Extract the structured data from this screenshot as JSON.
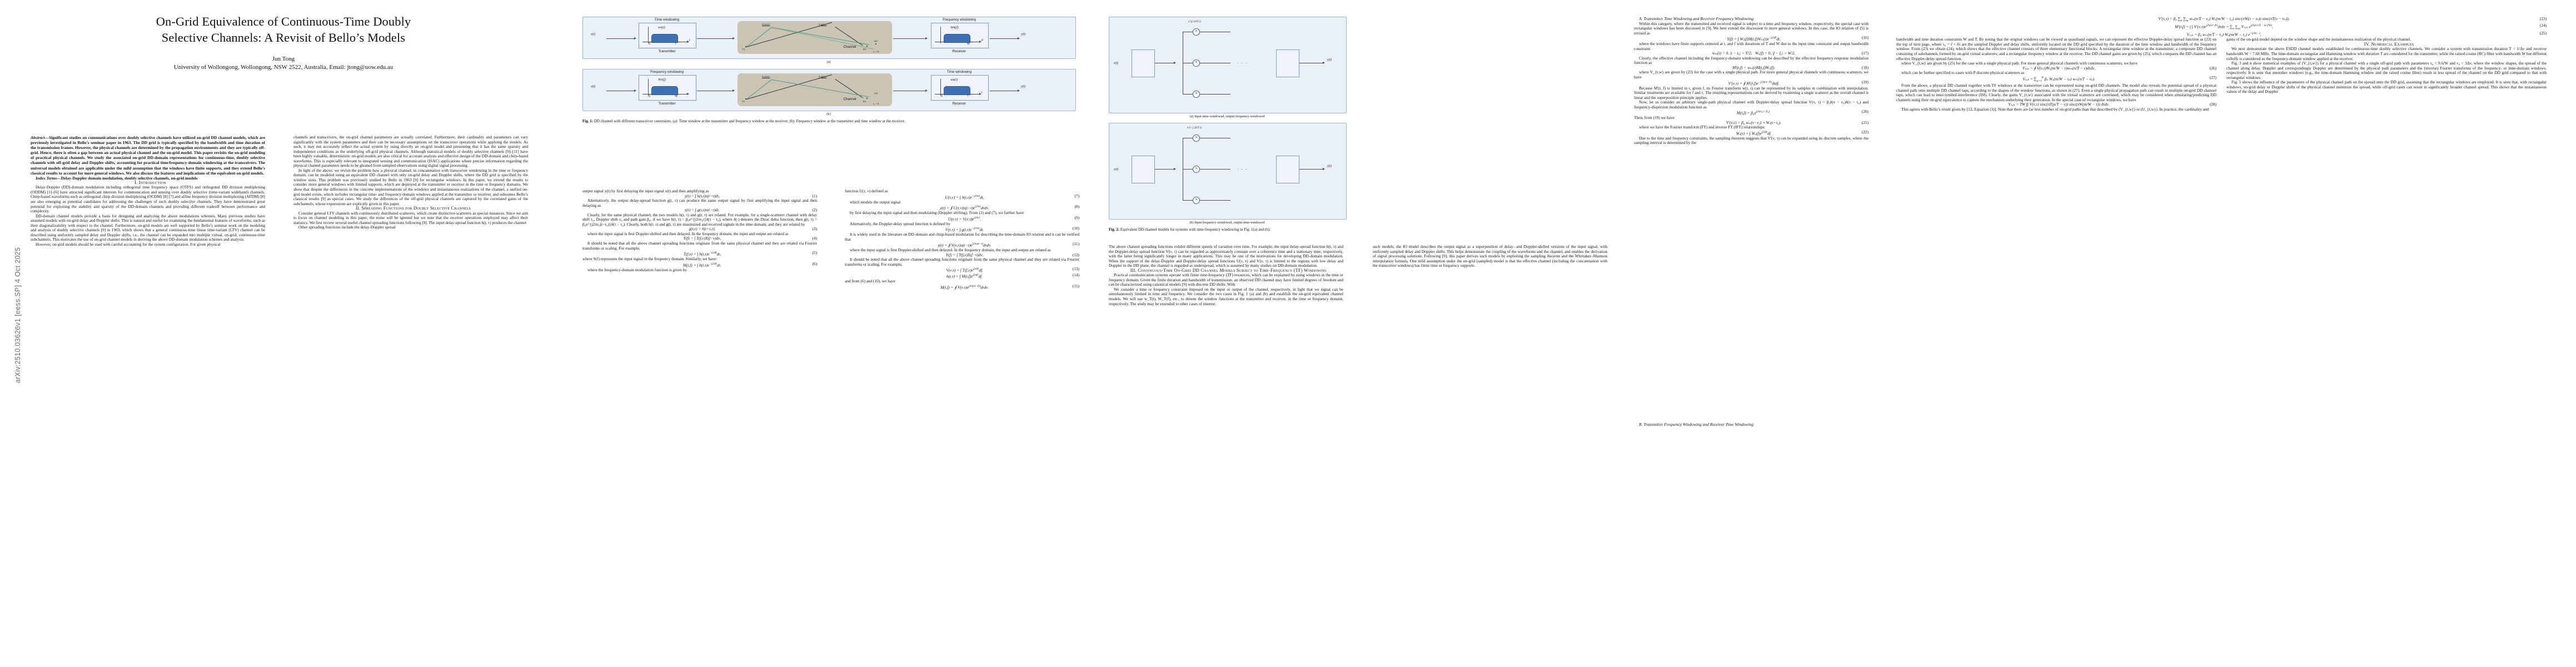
{
  "meta": {
    "arxiv_stamp": "arXiv:2510.03626v1  [eess.SP]  4 Oct 2025"
  },
  "title": {
    "line1": "On-Grid Equivalence of Continuous-Time Doubly",
    "line2": "Selective Channels: A Revisit of Bello’s Models",
    "author": "Jun Tong",
    "affiliation": "University of Wollongong, Wollongong, NSW 2522, Australia, Email: jtong@uow.edu.au"
  },
  "abstract": {
    "lead": "Abstract—",
    "body": "Significant studies on communications over doubly selective channels have utilized on-grid DD channel models, which are previously investigated in Bello’s seminar paper in 1963. The DD grid is typically specified by the bandwidth and time duration of the transmission frames. However, the physical channels are determined by the propagation environments and they are typically off-grid. Hence, there is often a gap between an actual physical channel and the on-grid model. This paper revisits the on-grid modeling of practical physical channels. We study the associated on-grid DD-domain representations for continuous-time, doubly selective channels with off-grid delay and Doppler shifts, accounting for practical time/frequency-domain windowing at the transceivers. The universal models obtained are applicable under the mild assumption that the windows have finite supports, and they extend Bello’s classical results to account for more general windows. We also discuss the features and implications of the equivalent on-grid models.",
    "index_lead": "Index Terms—",
    "index_body": "Delay-Doppler domain modulation, doubly selective channels, on-grid models"
  },
  "sections": {
    "intro": "I. Introduction",
    "spreading": "II. Spreading Functions for Doubly Selective Channels",
    "ctdd": "III. Continuous-Time On-Grid DD Channel Models Subject to Time-Frequency (TF) Windowing",
    "numerical": "IV. Numerical Examples"
  },
  "subsections": {
    "a_tx_time": "A. Transmitter Time Windowing and Receiver Frequency Windowing",
    "b_tx_freq": "B. Transmitter Frequency Windowing and Receiver Time Windowing"
  },
  "col1": {
    "p1": "Delay-Doppler (DD)-domain modulation including orthogonal time frequency space (OTFS) and orthogonal DD division multiplexing (ODDM) [1]–[6] have attracted significant interests for communication and sensing over doubly selective (time-variant wideband) channels. Chirp-based waveforms such as orthogonal chirp division multiplexing (OCDM) [8] [7] and affine frequency division multiplexing (AFDM) [8] are also emerging as potential candidates for addressing the challenges of such doubly selective channels. They have demonstrated great potential for exploiting the stability and sparsity of the DD-domain channels and providing different tradeoff between performance and complexity.",
    "p2": "DD-domain channel models provide a basis for designing and analyzing the above modulations schemes. Many previous studies have assumed models with on-grid delay and Doppler shifts. This is natural and useful for examining the fundamental features of waveforms, such as their diagonalizability with respect to the channel. Furthermore, on-grid models are well supported by Bello’s seminar work on the modeling and analysis of doubly selective channels [9] in 1963, which shows that a general continuous-time linear time-variant (LTV) channel can be described using uniformly sampled delay and Doppler shifts, i.e., the channel can be expanded into multiple virtual, on-grid, continuous-time subchannels. This motivates the use of on-grid channel models in deriving the above DD-domain modulation schemes and analysis.",
    "p3": "However, on-grid models should be used with careful accounting for the system configuration. For given physical"
  },
  "col2": {
    "p1": "channels and transceivers, the on-grid channel parameters are actually correlated. Furthermore, their cardinality and parameters can vary significantly with the system parameters and their can be necessary assumptions on the transceiver operations while applying the models. As such, it may not accurately reflect the actual system by using directly an on-grid model and presuming that it has the same sparsity and independence conditions as the underlying off-grid physical channels. Although statistical models of doubly selective channels [9]–[11] have been highly valuable, deterministic on-grid models are also critical for accurate analysis and effective design of the DD-domain and chirp-based waveforms. This is especially relevant to integrated sensing and communication (ISAC) applications where precise information regarding the physical channel parameters needs to be gleaned from sampled observations using digital signal processing.",
    "p2": "In light of the above, we revisit the problem how a physical channel, in concatenation with transceiver windowing in the time or frequency domain, can be modeled using an equivalent DD channel with only on-grid delay and Doppler shifts, where the DD grid is specified by the window sizes. This problem was previously studied by Bello in 1963 [9] for rectangular windows. In this paper, we extend the results to consider more general windows with limited supports, which are deployed at the transmitter or receiver in the time or frequency domains. We show that despite the differences in the concrete implementations of the windows and instantaneous realizations of the channel, a unified on-grid model exists, which includes rectangular time- and frequency-domain windows applied at the transmitter or receiver, and subsumes Bello’s classical results [9] as special cases. We study the differences of the off-grid physical channels are captured by the correlated gains of the subchannels, whose expressions are explicitly given in this paper.",
    "sec2_p1": "Consider general LTV channels with continuously distributed scatterers, which create distinctive scatterers as special instances. Since we aim to focus on channel modeling in this paper, the noise will be ignored but we note that the receiver operations employed may affect their statistics. We first review several useful channel spreading functions following [9]. The input delay-spread function h(t, τ) produces the channel",
    "p_last": "Other spreading functions include the delay-Doppler spread"
  },
  "col3": {
    "p1": "output signal y(t) by first delaying the input signal x(t) and then amplifying as",
    "eq1": "(1)",
    "p2": "Alternatively, the output delay-spread function g(t, τ) can produce the same output signal by first amplifying the input signal and then delaying as",
    "eq2": "(2)",
    "p3": "Clearly, for the same physical channel, the two models h(t, τ) and g(t, τ) are related. For example, for a single-scatterer channel with delay shift τ₀, Doppler shift ν₀ and path gain β₀, if we have h(t, τ) = β₀e^{j2πν₀t}δ(τ − τ₀), where δ(·) denotes the Dirac delta function, then g(t, τ) = β₀e^{j2πν₀(t−τ₀)}δ(τ − τ₀). Clearly, both h(t, τ) and g(t, τ) are maximized and received signals in the time domain, and they are related by",
    "eq3": "(3)",
    "p4": "where the input signal is first Doppler-shifted and then delayed. In the frequency domain, the input and output are related as",
    "eq4": "(4)",
    "p5": "It should be noted that all the above channel spreading functions originate from the same physical channel and they are related via Fourier transforms or scaling. For example,",
    "eq5": "(5)",
    "eq6": "(6)",
    "p6": "where S(f) represents the input signal in the frequency domain. Similarly, we have:",
    "p7": "where the frequency-domain modulation function is given by"
  },
  "col4": {
    "p1": "function U(τ, ν) defined as",
    "eq7": "(7)",
    "p2": "which models the output signal",
    "eq8": "(8)",
    "p3": "by first delaying the input signal and then modulating (Doppler shifting). From (3) and (7), we further have",
    "eq9": "(9)",
    "p4": "Alternatively, the Doppler-delay spread function is defined by",
    "eq10": "(10)",
    "p5": "It is widely used in the literature on DD-domain and chirp-based modulation for describing the time-domain IO relation and it can be verified that",
    "eq11": "(11)",
    "p6": "where the input signal is first Doppler-shifted and then delayed. In the frequency domain, the input and output are related as",
    "eq12": "(12)",
    "p7": "It should be noted that all the above channel spreading functions originate from the same physical channel and they are related via Fourier transforms or scaling. For example,",
    "eq13": "(13)",
    "eq14": "(14)",
    "p8": "and from (6) and (10), we have",
    "eq15": "(15)"
  },
  "col5": {
    "p1": "Practical communication systems operate with finite time-frequency (TF) resources, which can be explained by using windows in the time or frequency domain. Given the finite duration and bandwidth of transmission, an observed DD channel may have limited degrees of freedom and can be characterized using canonical models [9] with discrete DD shifts. With",
    "p2": "The above channel spreading functions exhibit different speeds of variation over time. For example, the input delay-spread function h(t, τ) and the Doppler-delay spread function V(ν, τ) can be regarded as approximately constant over a coherence time and a stationary time, respectively, with the latter being significantly longer in many applications. This may be one of the motivations for developing DD-domain modulation. When the support of the delay-Doppler and Doppler-delay spread functions U(τ, ν) and V(ν, τ) is limited to the regions with low delay and Doppler in the DD plane, the channel is regarded as underspread, which is assumed by many studies on DD-domain modulation.",
    "p3": "such models, the IO model describes the output signal as a superposition of delay- and Doppler-shifted versions of the input signal, with uniformly sampled delay and Doppler shifts. This helps demonstrate the coupling of the waveforms and the channel, and enables the derivation of signal processing solutions. Following [9], this paper derives such models by exploiting the sampling theorem and the Whittaker–Shannon interpolation formula. One mild assumption under the on-grid (sampled) model is that the effective channel (including the concatenation with the transceiver windows) has finite time or frequency supports.",
    "p4": "We consider a time or frequency constraint imposed on the input or output of the channel, respectively, in light that we signal can be simultaneously limited in time and frequency. We consider the two cases in Fig. 1 (a) and (b) and establish the on-grid equivalent channel models. We will use w_T(t), W_T(f), etc., to denote the window functions at the transmitter and receiver, in the time or frequency domain, respectively. The study may be extended to other cases of interest."
  },
  "col6": {
    "p_a1": "Within this category, where the transmitted and received signal is subject to a time and frequency window, respectively, the special case with rectangular windows has been discussed in [9]. We here extend the discussion to more general windows. In this case, the IO relation of (5) is revised as",
    "eq16": "(16)",
    "p_a2": "where the windows have finite supports centered at t, and f with durations of T and W due to the input time constraint and output bandwidth constraint:",
    "eq17": "(17)",
    "p_a3": "Clearly, the effective channel including the frequency-domain windowing can be described by the effective frequency-response modulation function as",
    "eq18": "(18)",
    "p_a4": "where V_{t,w} are given by (23) for the case with a single physical path. For more general physical channels with continuous scatterers, we have",
    "eq19": "(19)",
    "p_a5": "Because M'(t, f) is limited in t, given f, its Fourier transform w(t, τ) can be represented by its samples in combination with interpolation. Similar treatments are available for f and τ. The resulting representations can be derived by examining a single scatterer as the overall channel is linear and the superposition principle applies.",
    "p_a6": "Now, let us consider an arbitrary single-path physical channel with Doppler-delay spread function V(ν, τ) = β₀δ(ν − ν₀)δ(τ − τ₀) and frequency-dispersion modulation function as",
    "eq20": "(20)",
    "p_a7": "Then, from (19) we have",
    "eq21": "(21)",
    "p_a8": "where we have the Fourier transform (FT) and inverse FT (IFT) relationships:",
    "eq22": "(22)",
    "p_a9": "Due to the time and frequency constraints, the sampling theorem suggests that V'(ν, τ) can be expanded using its discrete samples, where the sampling interval is determined by the"
  },
  "col7": {
    "eq23": "(23)",
    "eq24": "(24)",
    "eq25": "(25)",
    "p1": "bandwidth and time duration constraints W and T. By noting that the original windows can be viewed as quasiband signals, we can represent the effective Doppler-delay spread function as (23) on the top of next page, where τ₀ = τ̂ + δτ are the sampled Doppler and delay shifts, uniformly located on the DD grid specified by the duration of the time window and bandwidth of the frequency window. From (23) we obtain (24), which shows that the effective channel consists of three elementary functional blocks: A rectangular time window at the transmitter; a composite DD channel consisting of subchannels formed by on-grid virtual scatterers; and a rectangular frequency window at the receiver. The DD channel gains are given by (25), which compares the DD channel has an effective Doppler-delay spread function.",
    "p2": "where V_{t,w} are given by (25) for the case with a single physical path. For more general physical channels with continuous scatterers, we have",
    "eq26": "(26)",
    "p3": "which can be further specified to cases with P discrete physical scatterers as",
    "eq27": "(27)",
    "p4": "From the above, a physical DD channel together with TF windows at the transceiver can be represented using on-grid DD channels. The model also reveals the potential spread of a physical channel path onto multiple DD channel taps, according to the shapes of the window functions, as shown in (27). Even a single physical propagation path can result in multiple on-grid DD channel taps, which can lead to inter-symbol-interference (ISI). Clearly, the gains V_{t,w} associated with the virtual scatterers are correlated, which may be considered when simulating/predicting DD channels using their on-grid equivalence to capture the mechanism underlying their generation. In the special case of rectangular windows, we have",
    "eq28": "(28)",
    "p5": "This agrees with Bello’s result given by [12, Equation (3)]. Note that there are far less number of on-grid paths than that described by (V_{t,w}) or (U_{t,w}). In practice, the cardinality and",
    "p6": "gains of the on-grid model depend on the window shape and the instantaneous realization of the physical channel.",
    "num_p1": "We next demonstrate the above ESDD channel models established for continuous-time doubly selective channels. We consider a system with transmission duration T = 1/Δν and receiver bandwidth W = 7.68 MHz. The time-domain rectangular and Hamming window with duration T are considered for the transmitter, while the raised cosine (RC) filter with bandwidth W but different rolloffs is considered as the frequency-domain window applied at the receiver.",
    "num_p2": "Fig. 3 and n show numerical examples of (V_{t,w}) for a physical channel with a single off-grid path with parameters τ₀ = 9.6/W and ν₀ = 3Δν, where the window shapes, the spread of the channel along delay, Doppler and correspondingly Doppler are determined by the physical path parameters and the (inverse) Fourier transforms of the frequency- or time-domain windows, respectively. It is seen that smoother windows (e.g., the time-domain Hamming window and the raised cosine filter) result in less spread of the channel on the DD grid compared to that with rectangular windows.",
    "num_p3": "Fig. 5 shows the influence of the parameters of the physical channel path on the spread onto the DD grid, assuming that the rectangular windows are employed. It is seen that, with rectangular windows, on-grid delay or Doppler shifts of the physical channel minimize the spread, while off-grid cases can result in significantly broader channel spread. This shows that the instantaneous values of the delay and Doppler"
  },
  "fig1": {
    "caption_label": "Fig. 1:",
    "caption_text": "DD channel with different transceiver constraints. (a): Time window at the transmitter and frequency window at the receiver; (b): Frequency window at the transmitter and time window at the receiver.",
    "sub_a": "(a)",
    "sub_b": "(b)",
    "tx_label": "Transmitter",
    "rx_label": "Receiver",
    "chan_label": "Channel",
    "time_win": "Time windowing",
    "freq_win": "Frequency windowing",
    "wt_t": "wᴛ(t)",
    "WT_f": "Wᴛ(f)",
    "wr_t": "wʀ(t)",
    "WR_f": "Wʀ(f)",
    "x_t": "x(t)",
    "y_t": "y(t)",
    "zero": "0",
    "T": "T",
    "W": "W",
    "t_axis": "t",
    "f_axis": "F",
    "scatterer": "Scatterer",
    "tx_node": "TX",
    "rx_node": "RX",
    "phi_t": "φ(t)",
    "v_lbl": "v",
    "pos_lbl": "t₀ + δt"
  },
  "fig2": {
    "caption_label": "Fig. 2:",
    "caption_text": "Equivalent DD channel models for systems with time-frequency windowing in Fig. 1(a) and (b).",
    "sub_a": "(a) Input time-windowed, output frequency-windowed",
    "sub_b": "(b) Input frequency-windowed, output time-windowed",
    "x_t": "x(t)",
    "y_t": "y(t)",
    "mult": "×",
    "carrier1": "e^{j 2π/T t}",
    "carrier2": "e^{−j 2π/T t}",
    "dots": "· · ·"
  },
  "colors": {
    "panel_fill": "#e9f0f8",
    "panel_border": "#9bb4cf",
    "pulse_fill": "#3f6fb5",
    "channel_fill": "#c9c4b4",
    "ray_green": "#4e9e78",
    "ray_dark": "#333333",
    "text": "#111111"
  }
}
